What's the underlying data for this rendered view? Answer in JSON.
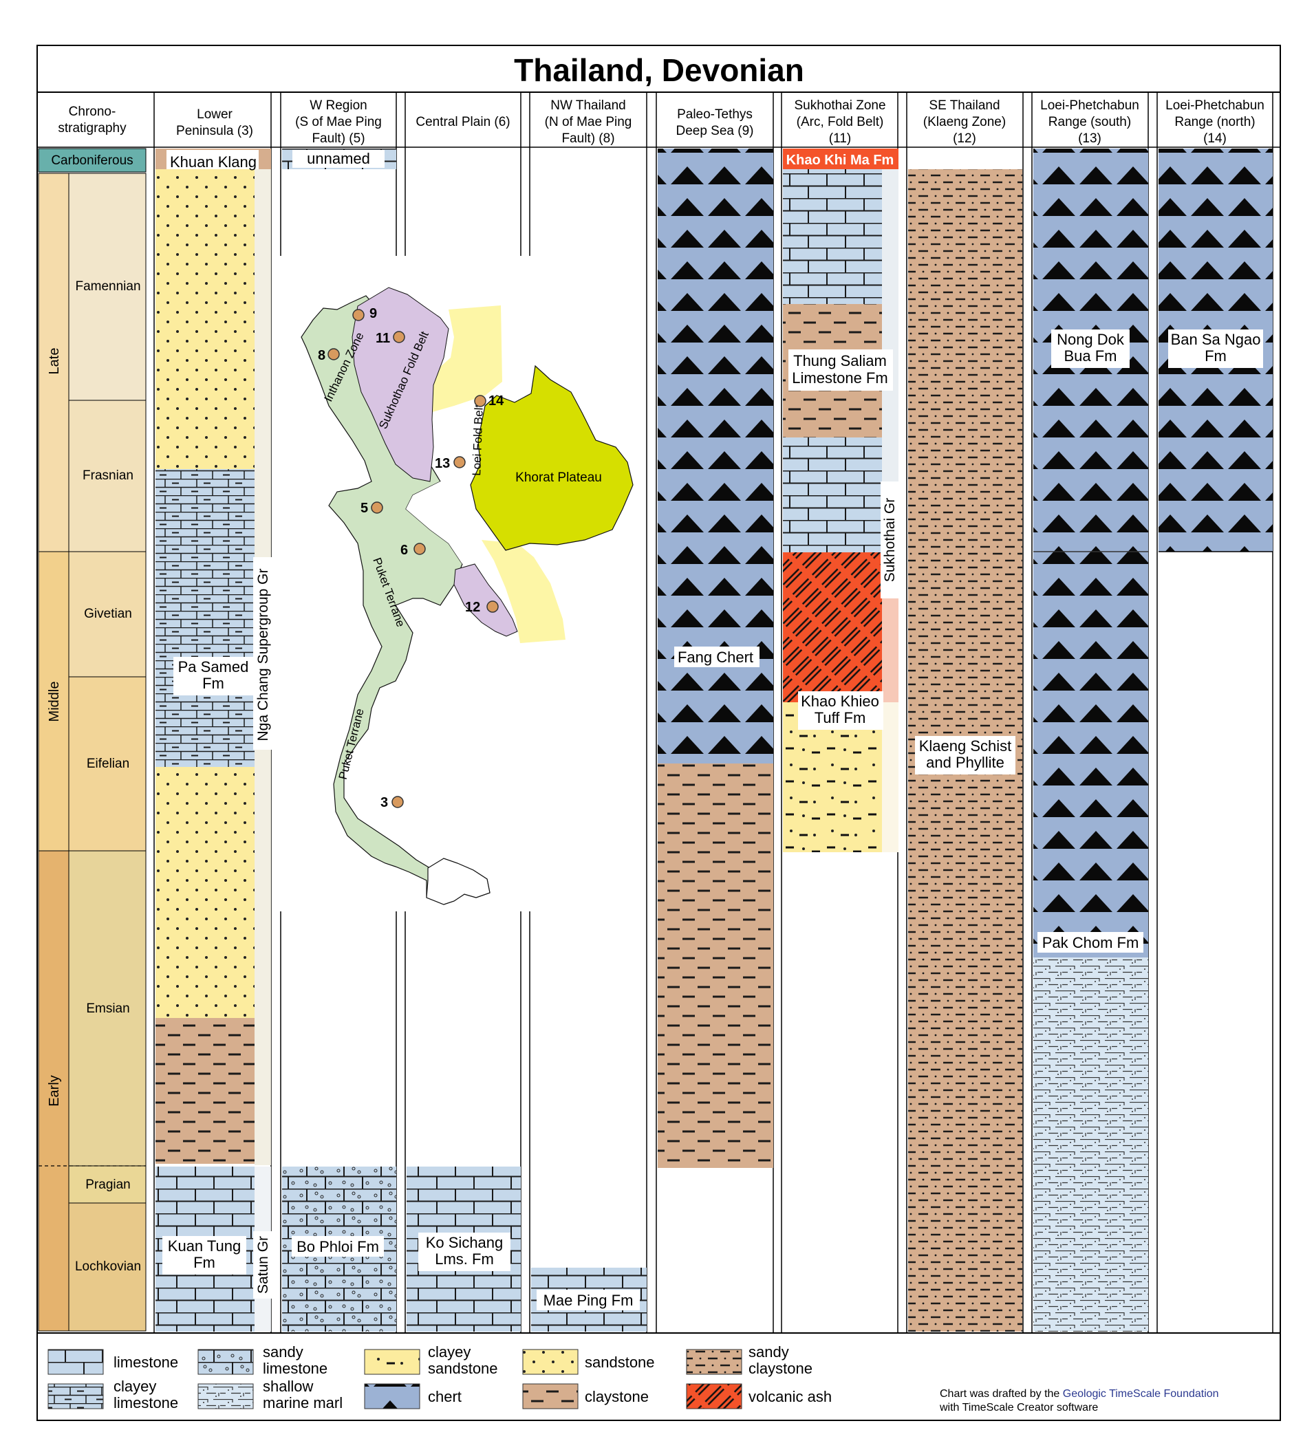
{
  "title": "Thailand, Devonian",
  "chrono_header": [
    "Chrono-",
    "stratigraphy"
  ],
  "carboniferous": "Carboniferous",
  "epochs": [
    "Late",
    "Middle",
    "Early"
  ],
  "stages": [
    "Famennian",
    "Frasnian",
    "Givetian",
    "Eifelian",
    "Emsian",
    "Pragian",
    "Lochkovian"
  ],
  "columns": [
    {
      "header": [
        "Lower",
        "Peninsula (3)"
      ]
    },
    {
      "header": [
        "W Region",
        "(S of Mae Ping",
        "Fault) (5)"
      ]
    },
    {
      "header": [
        "Central Plain (6)"
      ]
    },
    {
      "header": [
        "NW Thailand",
        "(N of Mae Ping",
        "Fault) (8)"
      ]
    },
    {
      "header": [
        "Paleo-Tethys",
        "Deep Sea (9)"
      ]
    },
    {
      "header": [
        "Sukhothai Zone",
        "(Arc, Fold Belt)",
        "(11)"
      ]
    },
    {
      "header": [
        "SE Thailand",
        "(Klaeng Zone)",
        "(12)"
      ]
    },
    {
      "header": [
        "Loei-Phetchabun",
        "Range (south)",
        "(13)"
      ]
    },
    {
      "header": [
        "Loei-Phetchabun",
        "Range (north)",
        "(14)"
      ]
    }
  ],
  "formations": {
    "khuan_klang": "Khuan Klang",
    "pa_samed": [
      "Pa Samed",
      "Fm"
    ],
    "nga_chang": "Nga Chang Supergroup Gr",
    "kuan_tung": [
      "Kuan Tung",
      "Fm"
    ],
    "satun": "Satun Gr",
    "unnamed": "unnamed",
    "bo_phloi": "Bo Phloi Fm",
    "ko_sichang": [
      "Ko Sichang",
      "Lms. Fm"
    ],
    "mae_ping": "Mae Ping Fm",
    "fang_chert": "Fang Chert",
    "khao_khi_ma": "Khao Khi Ma Fm",
    "thung_saliam": [
      "Thung Saliam",
      "Limestone Fm"
    ],
    "sukhothai_gr": "Sukhothai Gr",
    "khao_khieo": [
      "Khao Khieo",
      "Tuff Fm"
    ],
    "klaeng": [
      "Klaeng Schist",
      "and Phyllite"
    ],
    "nong_dok_bua": [
      "Nong Dok",
      "Bua Fm"
    ],
    "pak_chom": "Pak Chom Fm",
    "ban_sa_ngao": [
      "Ban Sa Ngao",
      "Fm"
    ]
  },
  "map": {
    "labels": [
      "Inthanon Zone",
      "Sukhothao Fold Belt",
      "Loei Fold Belt",
      "Khorat Plateau",
      "Puket Terrane",
      "Puket Terrane"
    ],
    "sites": [
      "9",
      "8",
      "11",
      "14",
      "13",
      "5",
      "6",
      "12",
      "3"
    ]
  },
  "legend": [
    [
      "limestone"
    ],
    [
      "clayey",
      "limestone"
    ],
    [
      "sandy",
      "limestone"
    ],
    [
      "shallow",
      "marine marl"
    ],
    [
      "clayey",
      "sandstone"
    ],
    [
      "chert"
    ],
    [
      "sandstone"
    ],
    [
      "claystone"
    ],
    [
      "sandy",
      "claystone"
    ],
    [
      "volcanic ash"
    ]
  ],
  "credit": {
    "line1_prefix": "Chart was drafted by the ",
    "line1_link": "Geologic TimeScale Foundation",
    "line2": "with TimeScale Creator software"
  },
  "colors": {
    "limestone": "#c5d8ea",
    "sandstone": "#fcec9e",
    "claystone": "#d6ae8e",
    "chert": "#9cb2d4",
    "volcanic_ash": "#f4532a",
    "carboniferous": "#68b0ab",
    "late": "#f5dcab",
    "middle": "#f2d08c",
    "early": "#e5b36e",
    "map_green": "#cfe4c3",
    "map_purple": "#d8c4e2",
    "map_yellow": "#fdf6a6",
    "map_khorat": "#d6df00",
    "site_dot": "#d89a5e"
  }
}
